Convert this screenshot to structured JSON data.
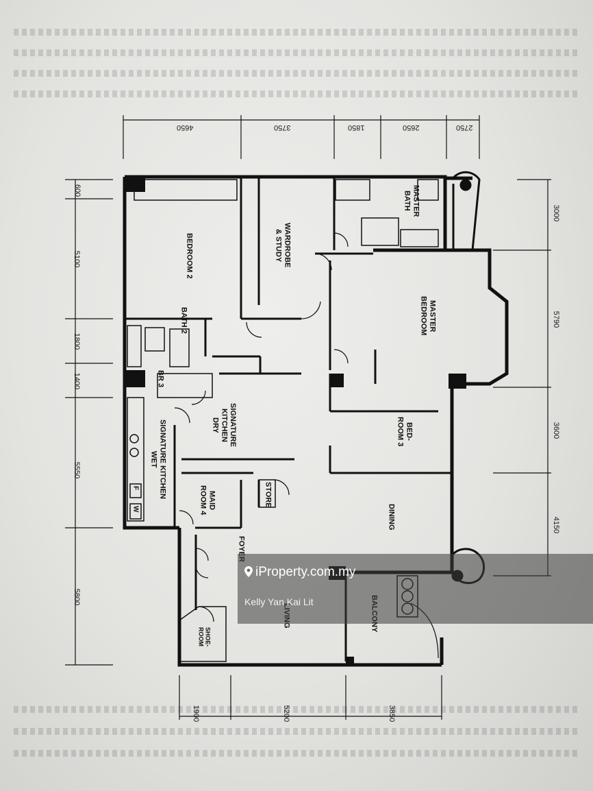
{
  "dimensions": {
    "top": [
      "4650",
      "3750",
      "1850",
      "2650",
      "2750"
    ],
    "left": [
      "600",
      "5100",
      "1800",
      "1400",
      "5550",
      "5800"
    ],
    "right": [
      "3000",
      "5790",
      "3600",
      "4150"
    ],
    "bottom": [
      "1900",
      "5200",
      "3850"
    ]
  },
  "rooms": {
    "bedroom2": "BEDROOM 2",
    "wardrobe": "WARDROBE\n& STUDY",
    "master_bath": "MASTER\nBATH",
    "master_bedroom": "MASTER\nBEDROOM",
    "bath2": "BATH 2",
    "br3": "BR 3",
    "dry_kitchen": "SIGNATURE\nKITCHEN\nDRY",
    "wet_kitchen": "SIGNATURE KITCHEN\nWET",
    "bedroom3": "BED-\nROOM 3",
    "maid_room": "MAID\nROOM 4",
    "store": "STORE",
    "dining": "DINING",
    "foyer": "FOYER",
    "living": "LIVING",
    "balcony": "BALCONY",
    "shoe_room": "SHOE-\nROOM"
  },
  "appliance_labels": {
    "fridge": "F",
    "washer": "W"
  },
  "watermark": {
    "site": "iProperty.com.my",
    "agent": "Kelly Yan Kai Lit"
  }
}
